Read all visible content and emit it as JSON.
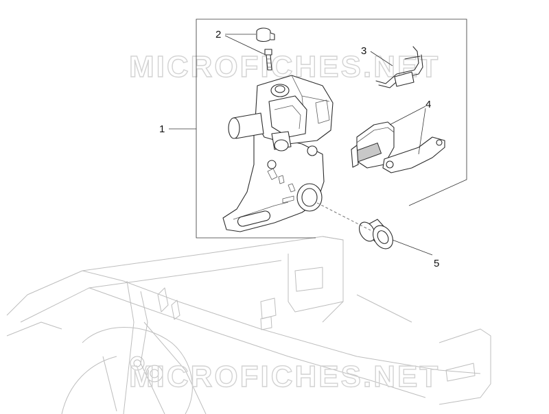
{
  "callouts": {
    "part1": "1",
    "part2": "2",
    "part3": "3",
    "part4": "4",
    "part5": "5"
  },
  "watermark": {
    "top": "MICROFICHES.NET",
    "bottom": "MICROFICHES.NET"
  },
  "colors": {
    "line": "#2a2a2a",
    "frame_faint": "#bdbdbd",
    "watermark": "#d2d2d2",
    "background": "#ffffff"
  }
}
